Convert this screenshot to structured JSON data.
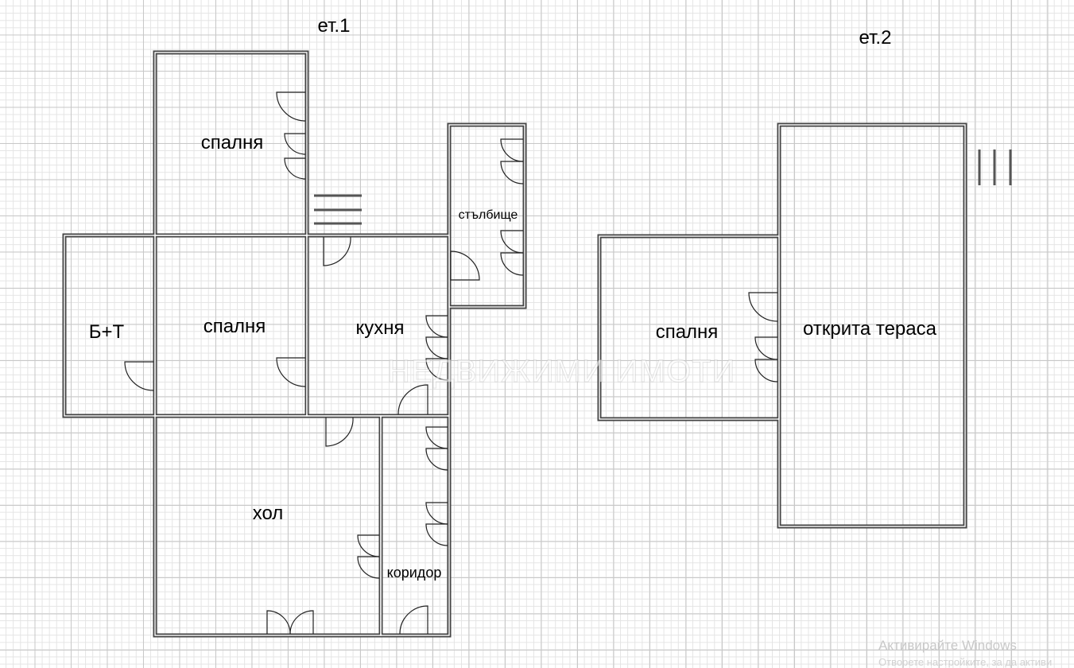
{
  "floors": {
    "floor1": {
      "label": "ет.1",
      "rooms": {
        "bedroom_top": "спалня",
        "bath_wc": "Б+Т",
        "bedroom_middle": "спалня",
        "kitchen": "кухня",
        "staircase": "стълбище",
        "living_room": "хол",
        "corridor": "коридор"
      }
    },
    "floor2": {
      "label": "ет.2",
      "rooms": {
        "bedroom": "спалня",
        "open_terrace": "открита тераса"
      }
    }
  },
  "overlays": {
    "watermark_text": "НЕДВИЖИМИ ИМОТИ",
    "windows_activation": "Активирайте Windows",
    "windows_activation_sub": "Отворете настройките, за да активи"
  },
  "colors": {
    "wall": "#444444",
    "grid_major": "#c8c8c8",
    "grid_minor": "#e4e4e4"
  }
}
